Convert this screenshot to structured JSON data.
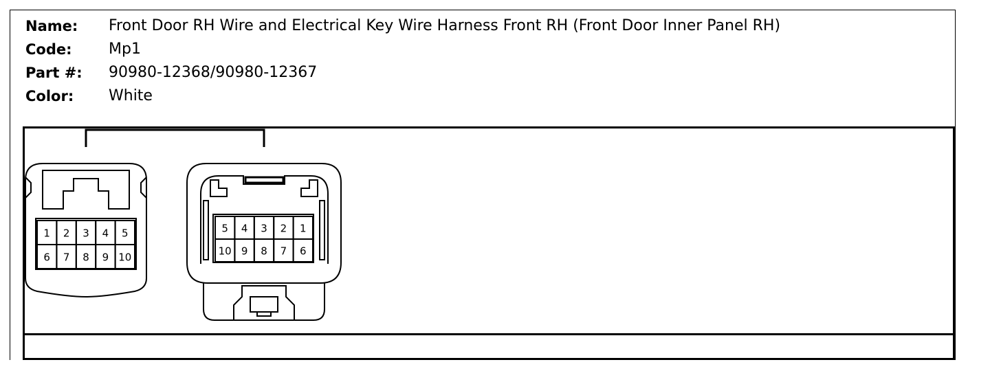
{
  "info": {
    "name": {
      "label": "Name:",
      "value": "Front Door RH Wire and Electrical Key Wire Harness Front RH (Front Door Inner Panel RH)"
    },
    "code": {
      "label": "Code:",
      "value": "Mp1"
    },
    "part": {
      "label": "Part #:",
      "value": "90980-12368/90980-12367"
    },
    "color": {
      "label": "Color:",
      "value": "White"
    }
  },
  "connectors": {
    "left": {
      "top_row": [
        "1",
        "2",
        "3",
        "4",
        "5"
      ],
      "bottom_row": [
        "6",
        "7",
        "8",
        "9",
        "10"
      ]
    },
    "right": {
      "top_row": [
        "5",
        "4",
        "3",
        "2",
        "1"
      ],
      "bottom_row": [
        "10",
        "9",
        "8",
        "7",
        "6"
      ]
    }
  }
}
